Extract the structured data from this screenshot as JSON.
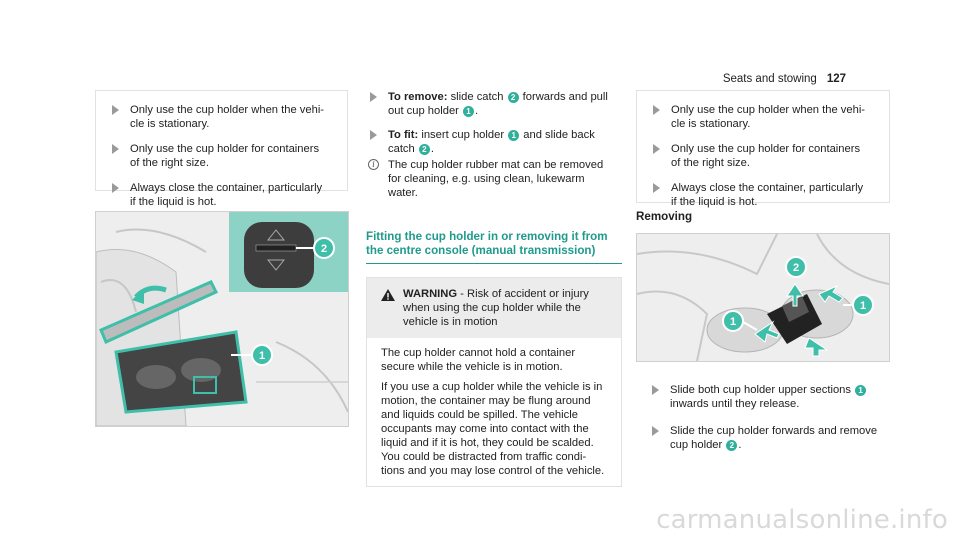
{
  "header": {
    "section": "Seats and stowing",
    "page": "127"
  },
  "left_box": {
    "bullets": [
      "Only use the cup holder when the vehi-\ncle is stationary.",
      "Only use the cup holder for containers\nof the right size.",
      "Always close the container, particularly\nif the liquid is hot."
    ]
  },
  "middle": {
    "remove_label": "To remove:",
    "remove_text_a": " slide catch ",
    "remove_text_b": " forwards and pull\nout cup holder ",
    "fit_label": "To fit:",
    "fit_text_a": " insert cup holder ",
    "fit_text_b": " and slide back\ncatch ",
    "info_text": "The cup holder rubber mat can be removed\nfor cleaning, e.g. using clean, lukewarm\nwater.",
    "section_title": "Fitting the cup holder in or removing it from\nthe centre console (manual transmission)",
    "warning_label": "WARNING",
    "warning_text": " - Risk of accident or injury\nwhen using the cup holder while the\nvehicle is in motion",
    "warning_p1": "The cup holder cannot hold a container\nsecure while the vehicle is in motion.",
    "warning_p2": "If you use a cup holder while the vehicle is in\nmotion, the container may be flung around\nand liquids could be spilled. The vehicle\noccupants may come into contact with the\nliquid and if it is hot, they could be scalded.\nYou could be distracted from traffic condi-\ntions and you may lose control of the vehicle."
  },
  "right_box": {
    "bullets": [
      "Only use the cup holder when the vehi-\ncle is stationary.",
      "Only use the cup holder for containers\nof the right size.",
      "Always close the container, particularly\nif the liquid is hot."
    ]
  },
  "removing": {
    "title": "Removing",
    "step1_a": "Slide both cup holder upper sections ",
    "step1_b": "\ninwards until they release.",
    "step2_a": "Slide the cup holder forwards and remove\ncup holder ",
    "step2_b": "."
  },
  "callouts": {
    "one": "1",
    "two": "2"
  },
  "footer": {
    "watermark": "carmanualsonline.info"
  },
  "colors": {
    "accent": "#2faf9c",
    "title": "#1f9a8c",
    "photo_bg": "#e9e9e9",
    "inset_bg": "#8cd3c6"
  }
}
